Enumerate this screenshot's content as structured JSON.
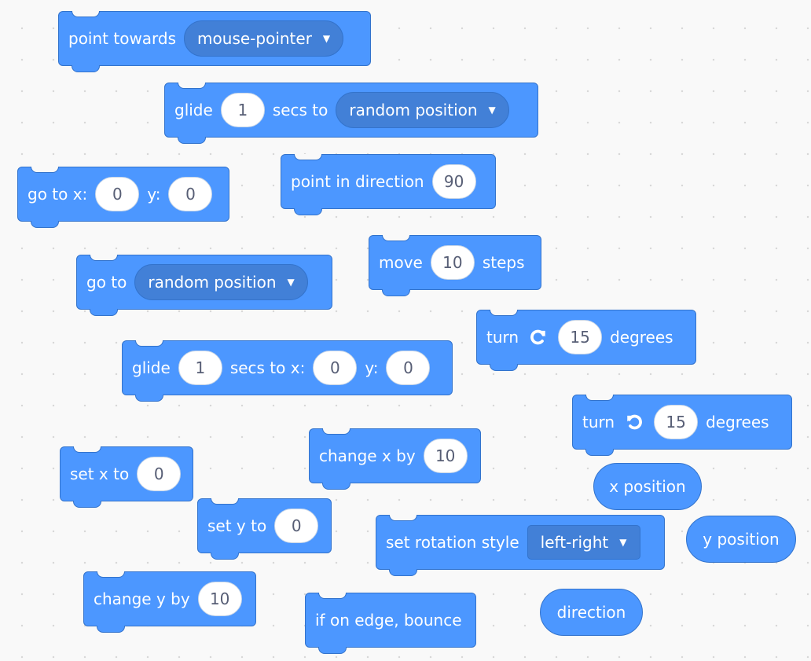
{
  "blocks": {
    "point_towards": {
      "label": "point towards",
      "target": "mouse-pointer"
    },
    "glide_to": {
      "glide": "glide",
      "secs": "1",
      "secs_to": "secs to",
      "target": "random position"
    },
    "go_to_xy": {
      "label_x": "go to x:",
      "x": "0",
      "label_y": "y:",
      "y": "0"
    },
    "point_in_direction": {
      "label": "point in direction",
      "value": "90"
    },
    "go_to": {
      "label": "go to",
      "target": "random position"
    },
    "move": {
      "label": "move",
      "value": "10",
      "suffix": "steps"
    },
    "turn_right": {
      "label": "turn",
      "value": "15",
      "suffix": "degrees",
      "icon": "rotate-right-icon"
    },
    "glide_xy": {
      "glide": "glide",
      "secs": "1",
      "label_x": "secs to x:",
      "x": "0",
      "label_y": "y:",
      "y": "0"
    },
    "turn_left": {
      "label": "turn",
      "value": "15",
      "suffix": "degrees",
      "icon": "rotate-left-icon"
    },
    "change_x": {
      "label": "change x by",
      "value": "10"
    },
    "set_x": {
      "label": "set x to",
      "value": "0"
    },
    "set_y": {
      "label": "set y to",
      "value": "0"
    },
    "set_rotation_style": {
      "label": "set rotation style",
      "value": "left-right"
    },
    "change_y": {
      "label": "change y by",
      "value": "10"
    },
    "bounce": {
      "label": "if on edge, bounce"
    }
  },
  "reporters": {
    "x_position": "x position",
    "y_position": "y position",
    "direction": "direction"
  },
  "colors": {
    "motion": "#4c97ff",
    "motion_border": "#3373cc",
    "dropdown": "#4280d7",
    "background": "#f9f9f9",
    "input_text": "#575e75"
  },
  "dropdown_caret": "▼"
}
